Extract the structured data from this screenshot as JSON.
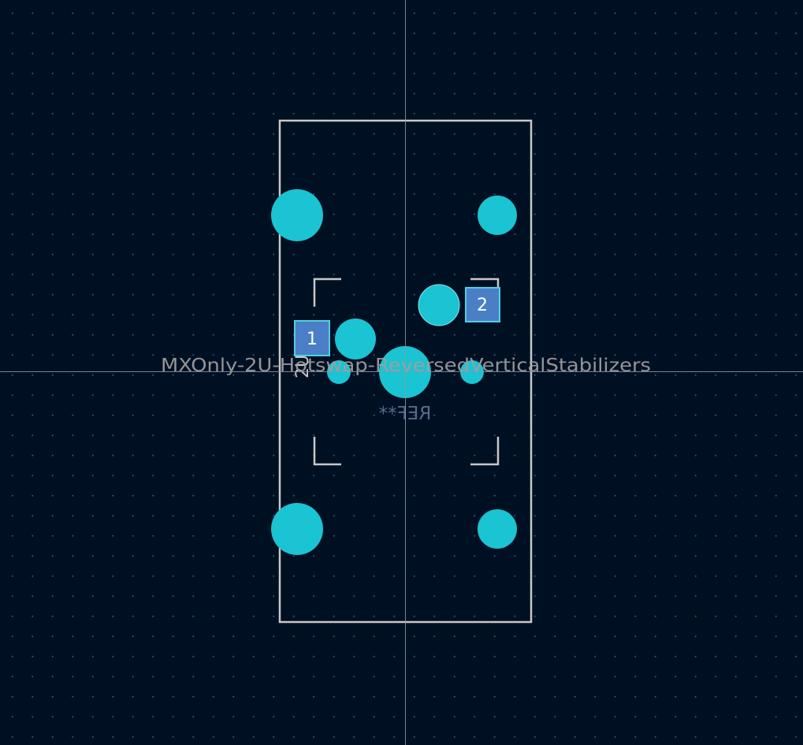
{
  "editor": {
    "footprint_value": "MXOnly-2U-Hotswap-ReversedVerticalStabilizers",
    "reference": "REF**",
    "user_text": "2U"
  },
  "pads": [
    {
      "number": "1"
    },
    {
      "number": "2"
    }
  ],
  "colors": {
    "background": "#001023",
    "grid_dots": "#4a5a6a",
    "outline": "#c8c8c8",
    "plated_hole": "#1ac4d2",
    "smd_pad": "#4a7fc8",
    "smd_pad_border": "#4dd0e1",
    "value_text": "#a0a0a0",
    "reference_text": "#5a6a8a",
    "crosshair": "#8a9aaa"
  }
}
